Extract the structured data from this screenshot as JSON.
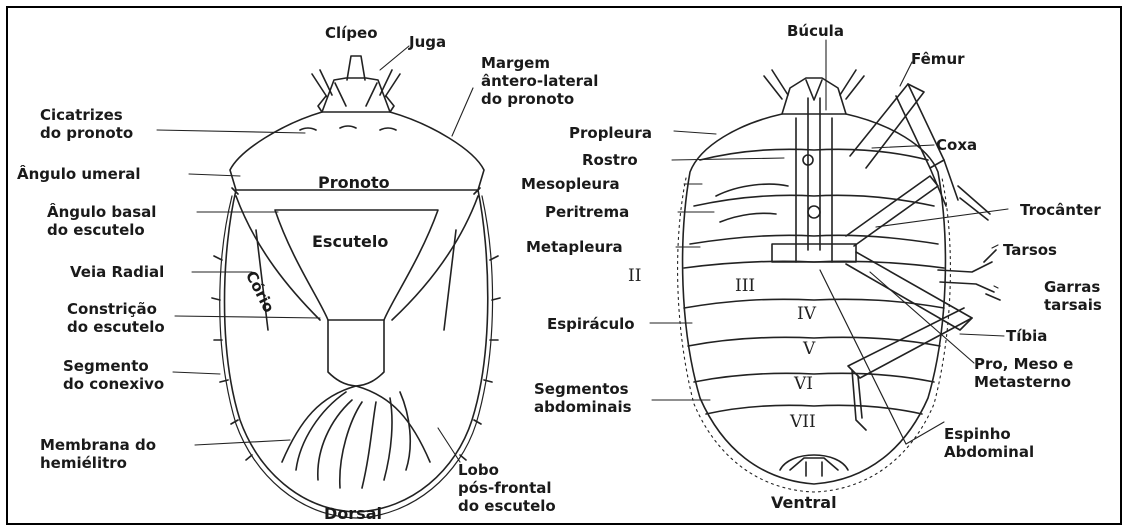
{
  "dorsal": {
    "clipeo": "Clípeo",
    "juga": "Juga",
    "margem": "Margem\nântero-lateral\ndo pronoto",
    "cicatrizes": "Cicatrizes\ndo pronoto",
    "angulo_umeral": "Ângulo umeral",
    "pronoto": "Pronoto",
    "angulo_basal": "Ângulo basal\ndo escutelo",
    "escutelo": "Escutelo",
    "veia_radial": "Veia Radial",
    "corio": "Cório",
    "constricao": "Constrição\ndo escutelo",
    "segmento": "Segmento\ndo conexivo",
    "membrana": "Membrana do\nhemiélitro",
    "lobo": "Lobo\npós-frontal\ndo escutelo",
    "view": "Dorsal"
  },
  "ventral": {
    "bucula": "Búcula",
    "femur": "Fêmur",
    "propleura": "Propleura",
    "rostro": "Rostro",
    "coxa": "Coxa",
    "mesopleura": "Mesopleura",
    "peritrema": "Peritrema",
    "trocanter": "Trocânter",
    "metapleura": "Metapleura",
    "tarsos": "Tarsos",
    "garras": "Garras\ntarsais",
    "espiraculo": "Espiráculo",
    "tibia": "Tíbia",
    "segmentos": "Segmentos\nabdominais",
    "pro_meso": "Pro, Meso e\nMetasterno",
    "espinho": "Espinho\nAbdominal",
    "view": "Ventral"
  },
  "roman": {
    "II": "II",
    "III": "III",
    "IV": "IV",
    "V": "V",
    "VI": "VI",
    "VII": "VII"
  }
}
